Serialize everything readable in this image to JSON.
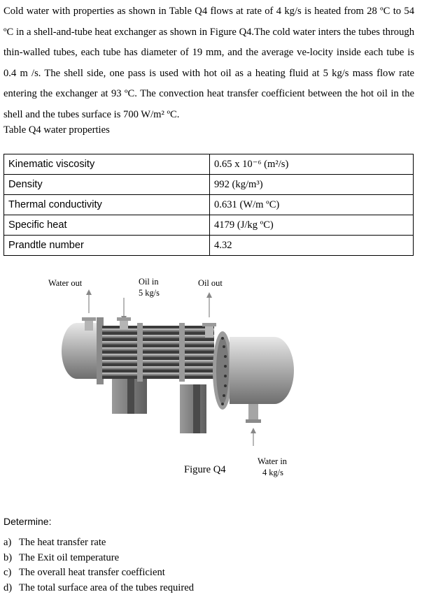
{
  "problem": {
    "text": "Cold water with properties as shown in Table Q4 flows at rate of 4 kg/s is heated from 28 ºC to 54 ºC in a shell-and-tube heat exchanger as shown in Figure Q4.The cold water inters the tubes through thin-walled tubes, each tube has diameter of 19 mm, and the average ve-locity inside each tube is 0.4 m /s. The shell side, one pass is used with hot oil as a heating fluid at 5 kg/s mass flow rate entering the exchanger at 93 ºC. The convection heat transfer coefficient between the hot oil in the shell and the tubes surface is 700 W/m² ºC."
  },
  "table": {
    "caption": "Table Q4 water properties",
    "rows": [
      {
        "property": "Kinematic viscosity",
        "value": "0.65 x 10⁻⁶ (m²/s)"
      },
      {
        "property": "Density",
        "value": "992 (kg/m³)"
      },
      {
        "property": "Thermal conductivity",
        "value": "0.631 (W/m ºC)"
      },
      {
        "property": "Specific heat",
        "value": "4179 (J/kg ºC)"
      },
      {
        "property": "Prandtle number",
        "value": "4.32"
      }
    ]
  },
  "figure": {
    "caption": "Figure Q4",
    "labels": {
      "water_out": "Water out",
      "oil_in_1": "Oil in",
      "oil_in_2": "5 kg/s",
      "oil_out": "Oil out",
      "water_in_1": "Water in",
      "water_in_2": "4 kg/s"
    }
  },
  "determine": {
    "heading": "Determine:",
    "items": [
      {
        "marker": "a)",
        "text": "The heat transfer rate"
      },
      {
        "marker": "b)",
        "text": "The Exit oil temperature"
      },
      {
        "marker": "c)",
        "text": "The overall heat transfer coefficient"
      },
      {
        "marker": "d)",
        "text": "The total surface area of the tubes required"
      }
    ]
  }
}
